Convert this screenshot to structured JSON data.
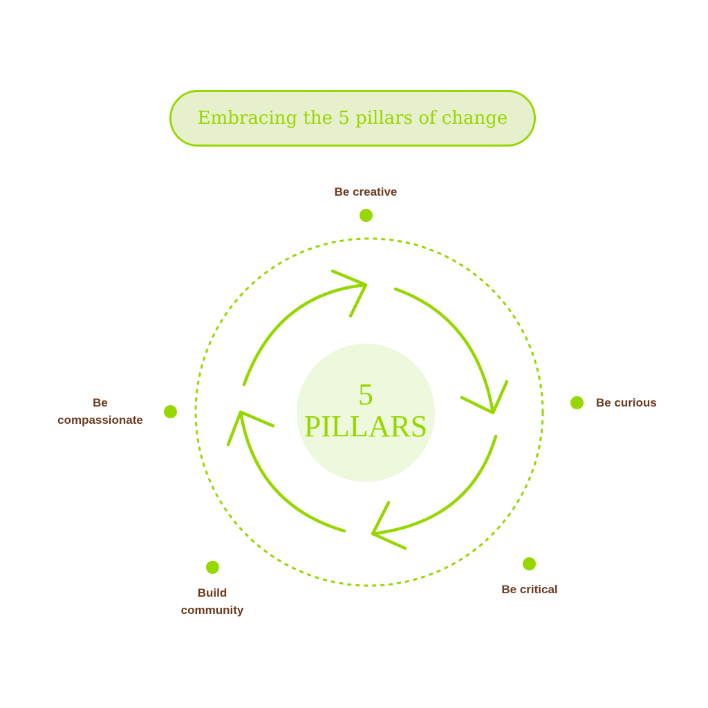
{
  "title": "Embracing the 5 pillars of change",
  "center": {
    "number": "5",
    "word": "PILLARS"
  },
  "pillars": [
    {
      "id": "creative",
      "label": "Be creative"
    },
    {
      "id": "curious",
      "label": "Be curious"
    },
    {
      "id": "critical",
      "label": "Be critical"
    },
    {
      "id": "community",
      "label_line1": "Build",
      "label_line2": "community"
    },
    {
      "id": "compassionate",
      "label_line1": "Be",
      "label_line2": "compassionate"
    }
  ],
  "colors": {
    "accent": "#97d700",
    "pill_bg": "#e7f0cd",
    "center_bg": "#eef8dc",
    "label_text": "#6b3a1e"
  }
}
